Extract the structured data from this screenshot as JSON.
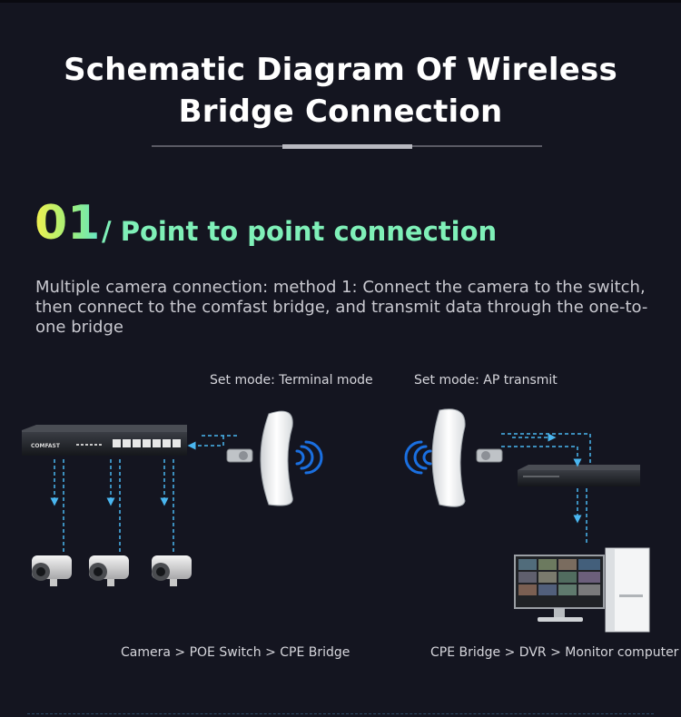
{
  "header": {
    "title_line1": "Schematic Diagram Of Wireless",
    "title_line2": "Bridge Connection"
  },
  "section": {
    "number": "01",
    "title": "/ Point to point connection",
    "description": "Multiple camera connection: method 1: Connect the camera to the switch, then connect to the comfast bridge, and transmit data through the one-to-one bridge"
  },
  "diagram": {
    "mode_left": "Set mode: Terminal mode",
    "mode_right": "Set mode: AP transmit",
    "caption_left": "Camera > POE Switch > CPE Bridge",
    "caption_right": "CPE Bridge > DVR > Monitor computer",
    "switch_brand": "COMFAST"
  },
  "colors": {
    "background": "#141520",
    "accent_green": "#7ff0b8",
    "number_gradient_start": "#f3f04f",
    "number_gradient_end": "#62e5c8",
    "wifi_blue": "#1a6fe0",
    "link_dashed": "#4ab6f0"
  },
  "icons": [
    "poe-switch-icon",
    "cpe-bridge-icon",
    "wifi-signal-icon",
    "dvr-icon",
    "monitor-computer-icon",
    "cctv-camera-icon"
  ]
}
